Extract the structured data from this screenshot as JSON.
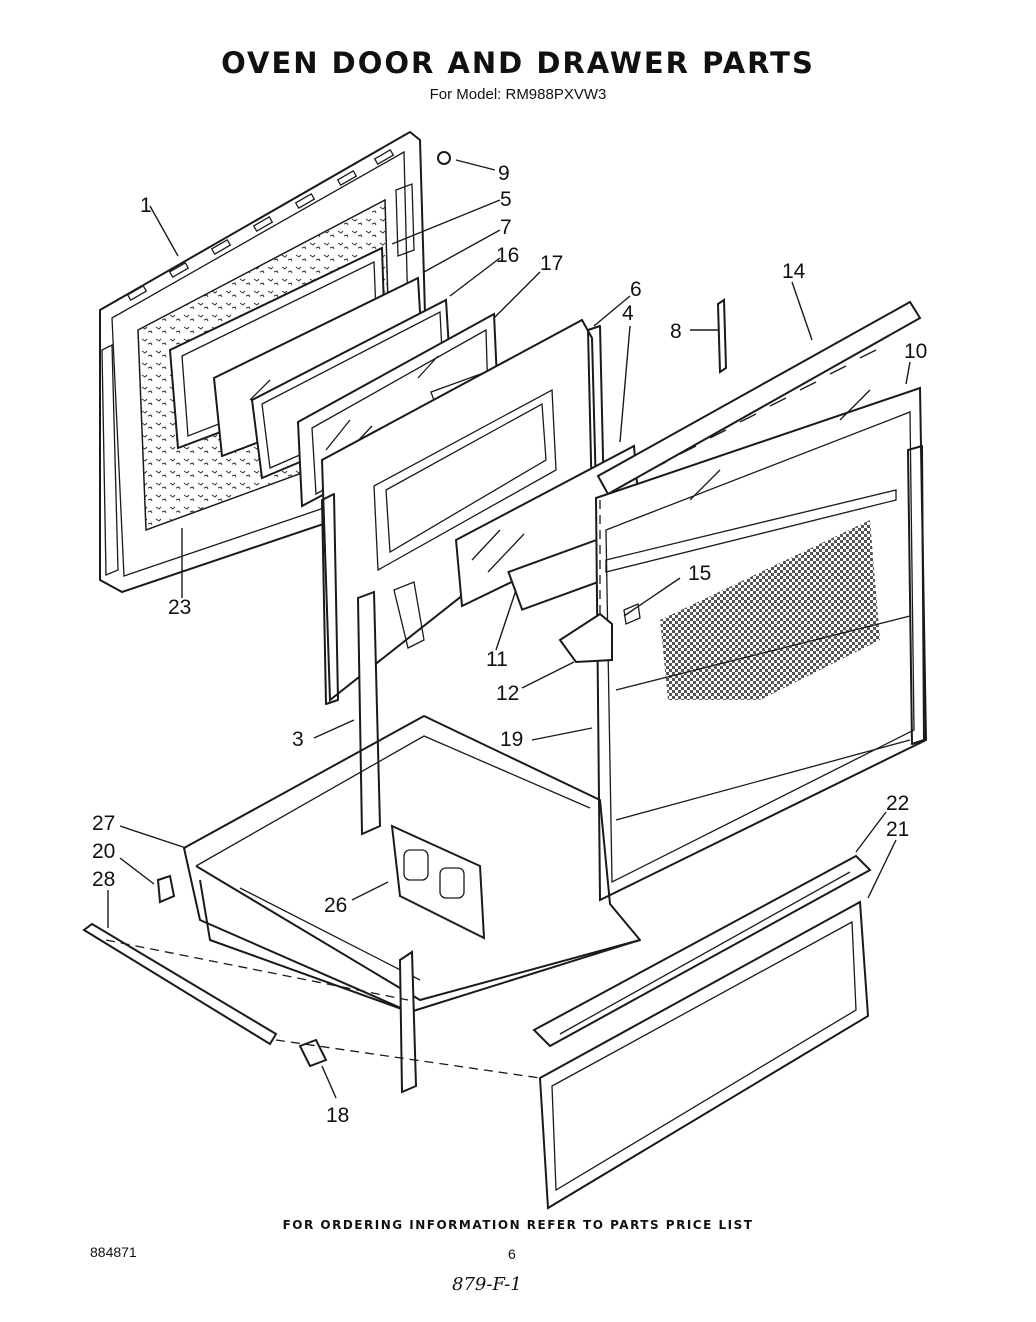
{
  "title": "OVEN DOOR AND DRAWER PARTS",
  "subtitle": "For Model: RM988PXVW3",
  "footer": "FOR ORDERING INFORMATION REFER TO PARTS PRICE LIST",
  "doc_number": "884871",
  "page_number": "6",
  "handwritten_note": "879-F-1",
  "callouts": {
    "c1": "1",
    "c3": "3",
    "c4": "4",
    "c5": "5",
    "c6": "6",
    "c7": "7",
    "c8": "8",
    "c9": "9",
    "c10": "10",
    "c11": "11",
    "c12": "12",
    "c14": "14",
    "c15": "15",
    "c16": "16",
    "c17": "17",
    "c18": "18",
    "c19": "19",
    "c20": "20",
    "c21": "21",
    "c22": "22",
    "c23": "23",
    "c26": "26",
    "c27": "27",
    "c28": "28"
  }
}
